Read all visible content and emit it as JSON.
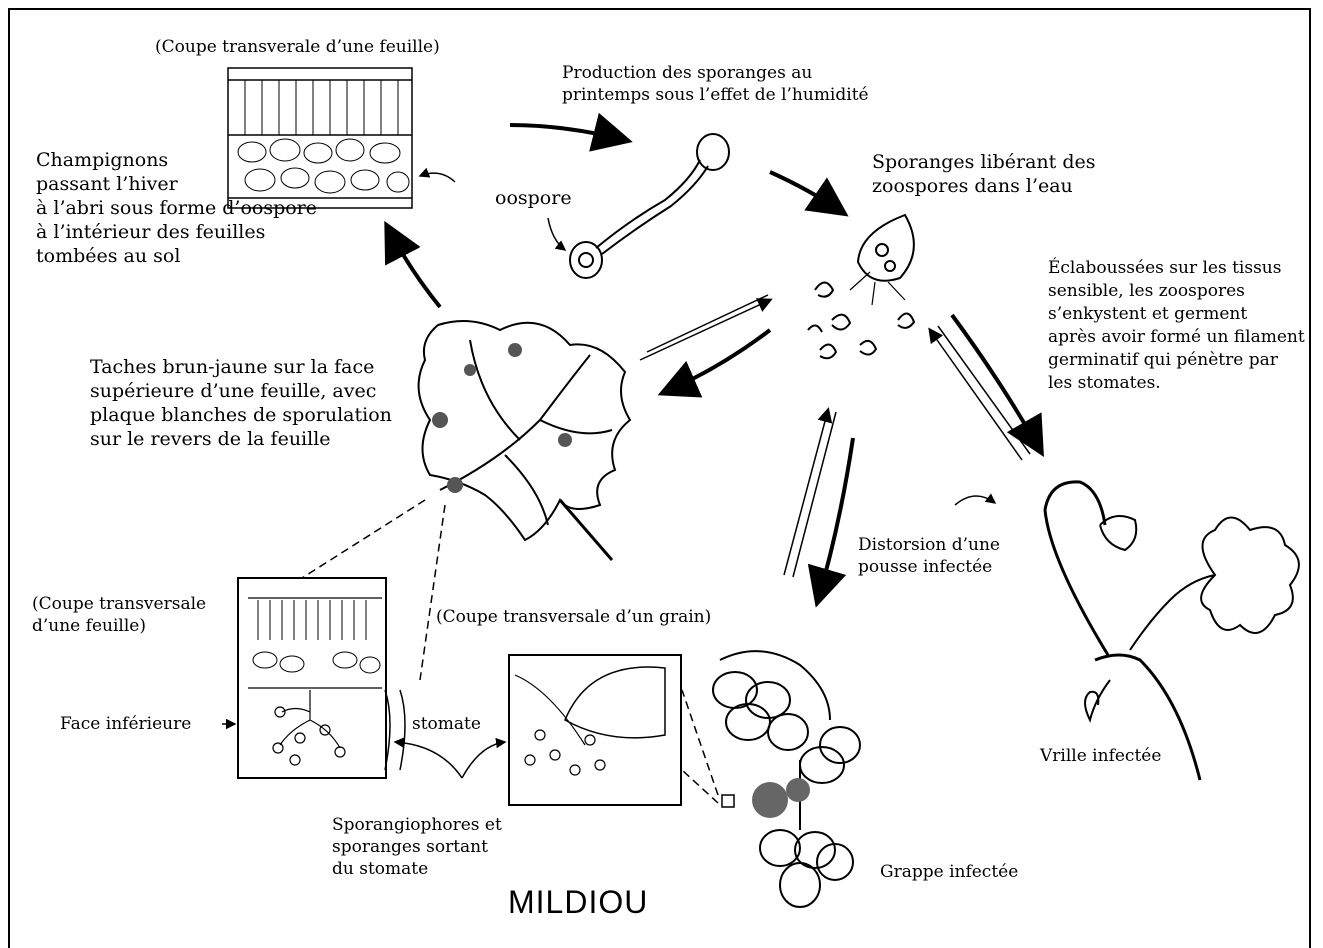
{
  "title": "MILDIOU",
  "labels": {
    "coupe_feuille_top": "(Coupe transverale d’une feuille)",
    "production": "Production des sporanges au\nprintemps sous l’effet de l’humidité",
    "champignons": "Champignons\npassant l’hiver\nà l’abri sous forme d’oospore\nà l’intérieur des feuilles\ntombées au sol",
    "oospore": "oospore",
    "sporanges_liberant": "Sporanges libérant des\nzoospores dans l’eau",
    "eclaboussees": "Éclaboussées sur les tissus\nsensible, les zoospores\ns’enkystent et germent\naprès avoir formé un filament\ngerminatif qui pénètre par\nles stomates.",
    "taches": "Taches brun-jaune sur la face\nsupérieure d’une feuille, avec\nplaque blanches de sporulation\nsur le revers de la feuille",
    "distorsion": "Distorsion d’une\npousse infectée",
    "coupe_feuille_bottom": "(Coupe transversale\nd’une feuille)",
    "coupe_grain": "(Coupe transversale d’un grain)",
    "face_inferieure": "Face inférieure",
    "stomate": "stomate",
    "sporangiophores": "Sporangiophores et\nsporanges sortant\ndu stomate",
    "vrille": "Vrille infectée",
    "grappe": "Grappe infectée"
  },
  "colors": {
    "ink": "#000000",
    "background": "#ffffff"
  }
}
